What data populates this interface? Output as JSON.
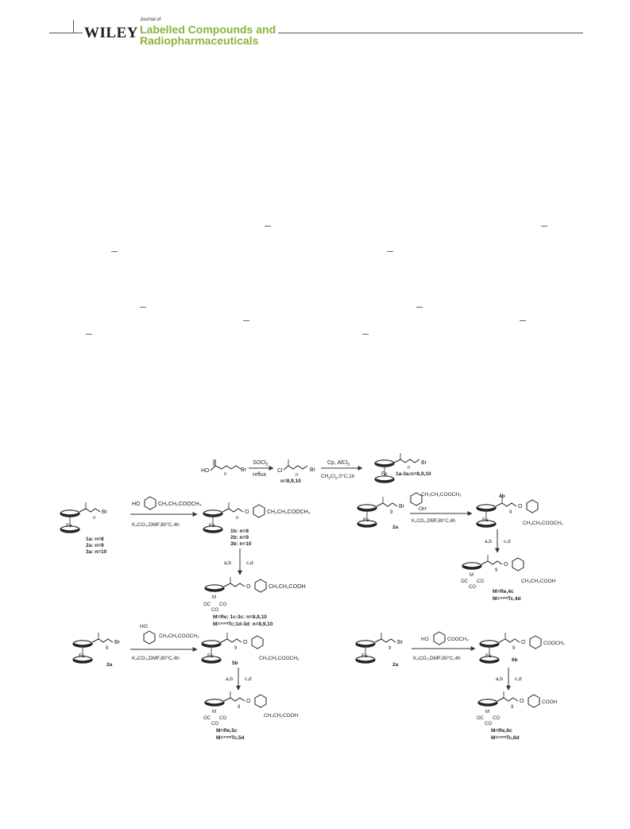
{
  "header": {
    "publisher": "WILEY",
    "journal_of": "Journal of",
    "journal_line1": "Labelled Compounds and",
    "journal_line2": "Radiopharmaceuticals",
    "accent_color": "#8ab43a"
  },
  "scheme": {
    "step0": {
      "reagent1_top": "SOCl",
      "reagent1_sub": "2",
      "reagent1_bottom": "reflux",
      "label_n1": "n=8,9,10",
      "reagent2_top": "Cp, AlCl",
      "reagent2_sub": "3",
      "reagent2_bottom": "CH",
      "reagent2_bottom_sub": "2",
      "reagent2_bottom2": "Cl",
      "reagent2_bottom2_sub": "2",
      "reagent2_bottom_rest": ",0°C,1h",
      "product": "1a-3a:n=8,9,10",
      "fe": "Fe",
      "br": "Br",
      "cl": "Cl",
      "ho": "HO",
      "n": "n"
    },
    "panelA": {
      "sm1": "1a: n=8",
      "sm2": "2a: n=9",
      "sm3": "3a: n=10",
      "reagent_top": "HO",
      "reagent_chain": "CH₂CH₂COOCH₃",
      "reagent_bottom": "K₂CO₃,DMF,80°C,4h",
      "p1": "1b: n=8",
      "p2": "2b: n=9",
      "p3": "3b: n=10",
      "side_ab": "a,b",
      "side_cd": "c,d",
      "chain_acid": "CH₂CH₂COOH",
      "final1": "M=Re; 1c-3c: n=8,9,10",
      "final2": "M=⁹⁹ᵐTc;1d-3d: n=8,9,10",
      "oc": "OC",
      "co": "CO",
      "m": "M"
    },
    "panelB": {
      "sm": "2a",
      "reagent_chain": "CH₂CH₂COOCH₃",
      "reagent_oh": "OH",
      "reagent_bottom": "K₂CO₃,DMF,80°C,4h",
      "product": "4b",
      "product_chain": "CH₂CH₂COOCH₃",
      "side_ab": "a,b",
      "side_cd": "c,d",
      "chain_acid": "CH₂CH₂COOH",
      "final1": "M=Re,4c",
      "final2": "M=⁹⁹ᵐTc,4d",
      "nine": "9"
    },
    "panelC": {
      "sm": "2a",
      "reagent_ho": "HO",
      "reagent_chain": "CH₂CH₂COOCH₃",
      "reagent_bottom": "K₂CO₃,DMF,80°C,4h",
      "product": "5b",
      "product_chain": "CH₂CH₂COOCH₃",
      "side_ab": "a,b",
      "side_cd": "c,d",
      "chain_acid": "CH₂CH₂COOH",
      "final1": "M=Re,5c",
      "final2": "M=⁹⁹ᵐTc,5d"
    },
    "panelD": {
      "sm": "2a",
      "reagent_ho": "HO",
      "reagent_chain": "COOCH₃",
      "reagent_bottom": "K₂CO₃,DMF,80°C,4h",
      "product": "6b",
      "product_chain": "COOCH₃",
      "side_ab": "a,b",
      "side_cd": "c,d",
      "chain_acid": "COOH",
      "final1": "M=Re,6c",
      "final2": "M=⁹⁹ᵐTc,6d"
    }
  }
}
